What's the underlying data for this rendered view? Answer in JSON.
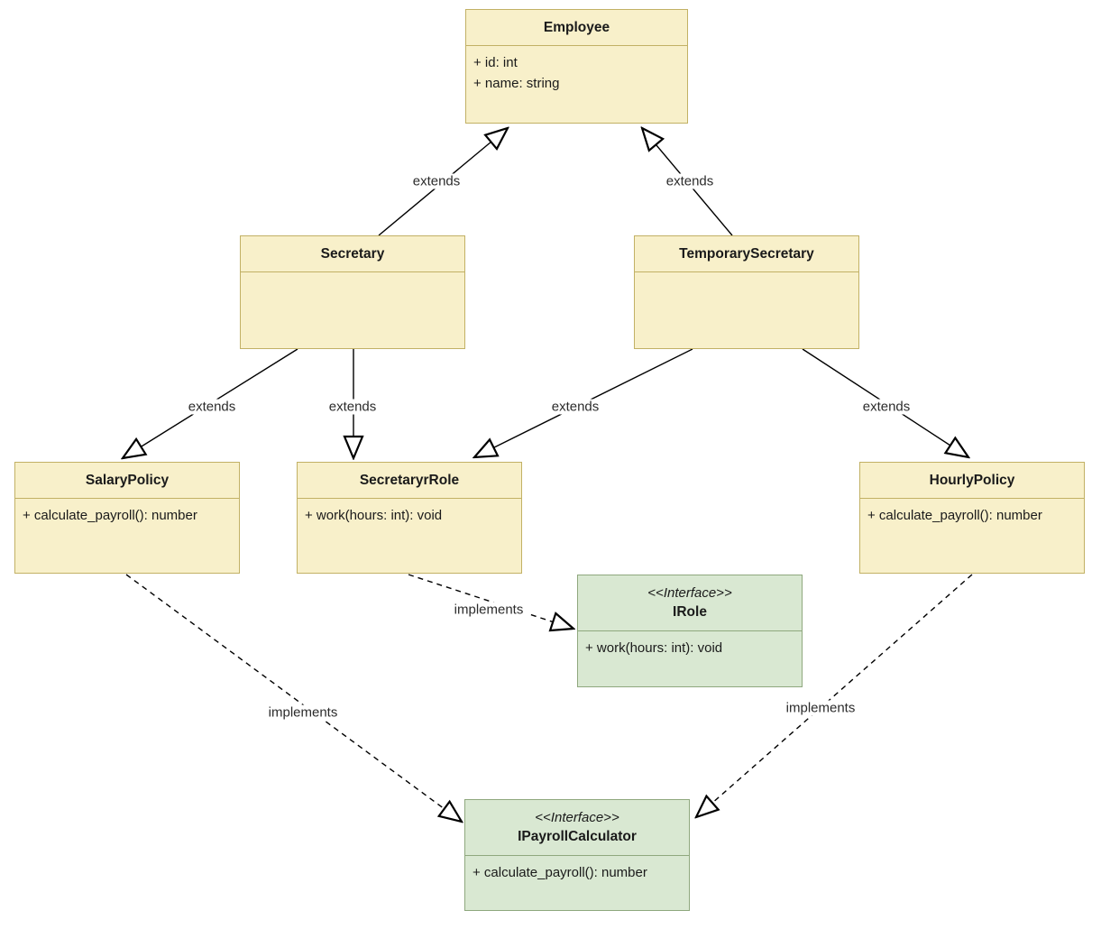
{
  "diagram": {
    "type": "uml-class-diagram",
    "classes": {
      "employee": {
        "title": "Employee",
        "members": [
          "+ id: int",
          "+ name: string"
        ]
      },
      "secretary": {
        "title": "Secretary",
        "members": []
      },
      "temporarySecretary": {
        "title": "TemporarySecretary",
        "members": []
      },
      "salaryPolicy": {
        "title": "SalaryPolicy",
        "members": [
          "+ calculate_payroll(): number"
        ]
      },
      "secretaryrRole": {
        "title": "SecretaryrRole",
        "members": [
          "+ work(hours: int): void"
        ]
      },
      "hourlyPolicy": {
        "title": "HourlyPolicy",
        "members": [
          "+ calculate_payroll(): number"
        ]
      },
      "iRole": {
        "stereotype": "<<Interface>>",
        "title": "IRole",
        "members": [
          "+ work(hours: int): void"
        ]
      },
      "iPayrollCalculator": {
        "stereotype": "<<Interface>>",
        "title": "IPayrollCalculator",
        "members": [
          "+ calculate_payroll(): number"
        ]
      }
    },
    "edges": [
      {
        "label": "extends",
        "from": "Secretary",
        "to": "Employee",
        "style": "solid"
      },
      {
        "label": "extends",
        "from": "TemporarySecretary",
        "to": "Employee",
        "style": "solid"
      },
      {
        "label": "extends",
        "from": "Secretary",
        "to": "SalaryPolicy",
        "style": "solid"
      },
      {
        "label": "extends",
        "from": "Secretary",
        "to": "SecretaryrRole",
        "style": "solid"
      },
      {
        "label": "extends",
        "from": "TemporarySecretary",
        "to": "SecretaryrRole",
        "style": "solid"
      },
      {
        "label": "extends",
        "from": "TemporarySecretary",
        "to": "HourlyPolicy",
        "style": "solid"
      },
      {
        "label": "implements",
        "from": "SecretaryrRole",
        "to": "IRole",
        "style": "dashed"
      },
      {
        "label": "implements",
        "from": "SalaryPolicy",
        "to": "IPayrollCalculator",
        "style": "dashed"
      },
      {
        "label": "implements",
        "from": "HourlyPolicy",
        "to": "IPayrollCalculator",
        "style": "dashed"
      }
    ],
    "colors": {
      "class_fill": "#f8f0ca",
      "class_border": "#c2b165",
      "interface_fill": "#d9e8d2",
      "interface_border": "#8fa87e",
      "line": "#000000",
      "text": "#1a1a1a"
    }
  }
}
